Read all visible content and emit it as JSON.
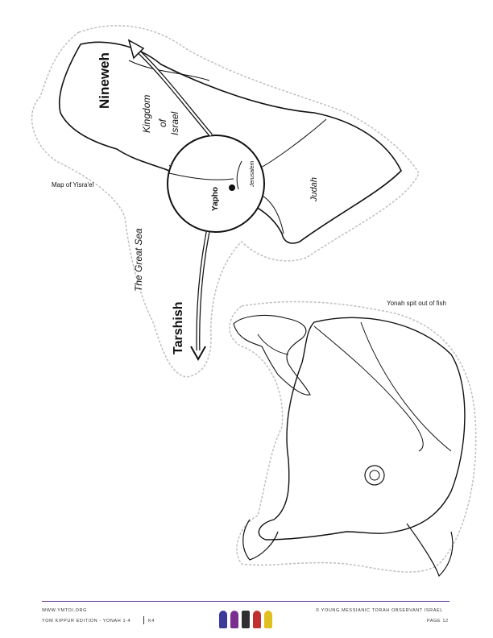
{
  "map": {
    "caption": "Map of Yisra'el",
    "labels": {
      "nineveh": "Nineweh",
      "kingdom": "Kingdom",
      "of": "of",
      "israel": "Israel",
      "jerusalem": "Jerusalem",
      "yapho": "Yapho",
      "judah": "Judah",
      "great_sea": "The Great Sea",
      "tarshish": "Tarshish"
    }
  },
  "fish": {
    "caption": "Yonah spit out of fish"
  },
  "footer": {
    "website": "WWW.YMTOI.ORG",
    "edition": "YOM KIPPUR EDITION - YONAH 1-4",
    "grade": "K4",
    "copyright": "© YOUNG MESSIANIC TORAH OBSERVANT ISRAEL",
    "page": "PAGE 12"
  },
  "colors": {
    "outline": "#111111",
    "cut_line": "#bfbfbf",
    "footer_rule": "#6b3fa0",
    "logo": [
      "#3b3b9a",
      "#7a2f8f",
      "#2f2f2f",
      "#c03030",
      "#e0c020"
    ]
  }
}
